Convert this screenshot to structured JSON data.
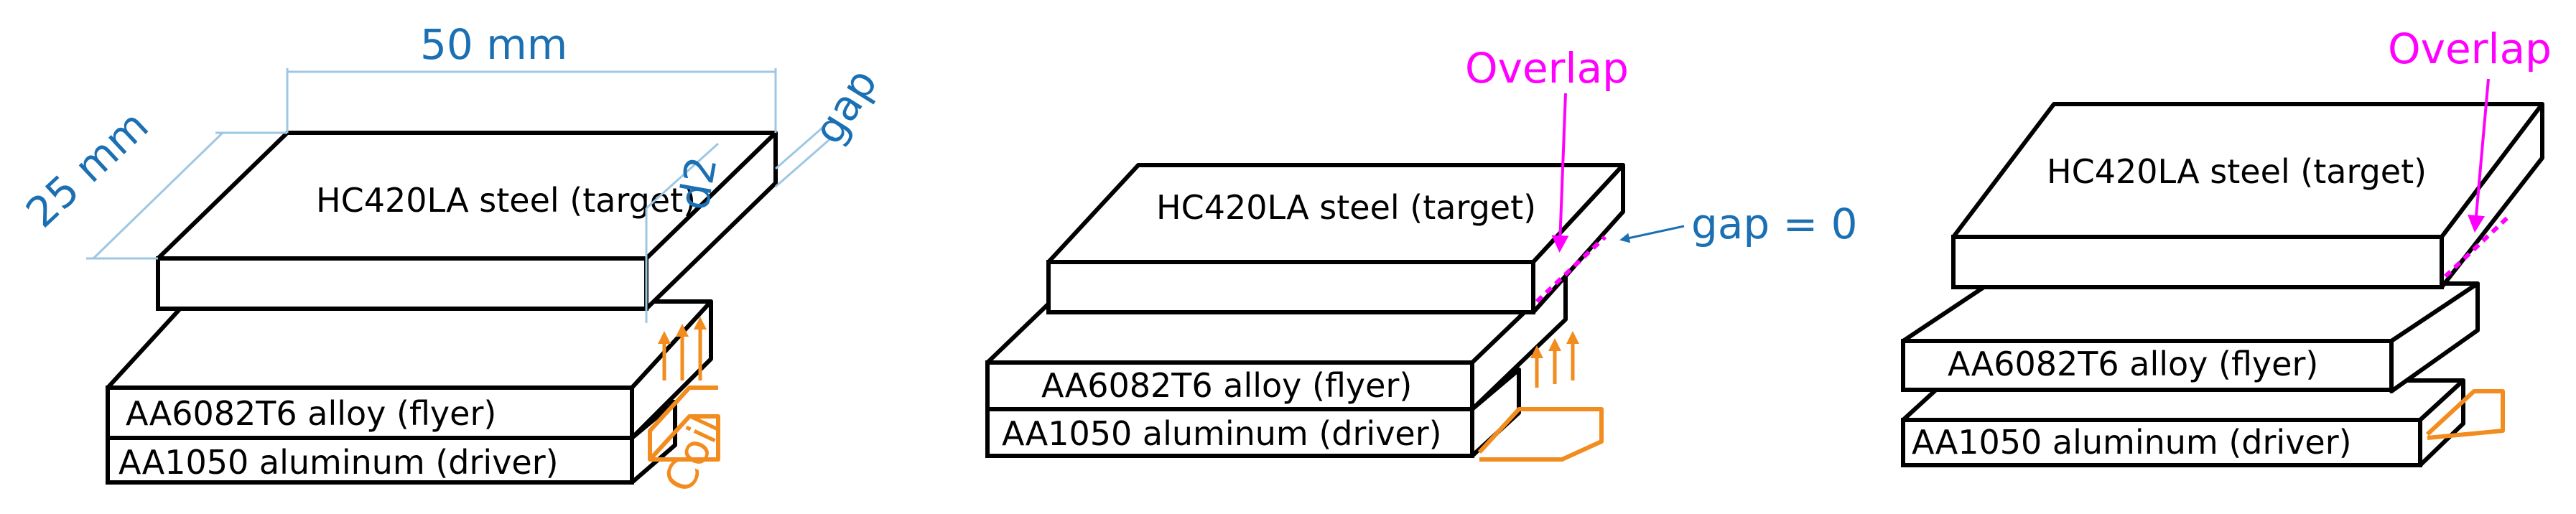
{
  "colors": {
    "dimension": "#1b6fb3",
    "overlap": "#ff00ff",
    "coil": "#f28c1e",
    "plate": "#000000"
  },
  "panels": [
    {
      "target_label": "HC420LA steel (target)",
      "flyer_label": "AA6082T6 alloy (flyer)",
      "driver_label": "AA1050 aluminum (driver)",
      "dim_width": "50 mm",
      "dim_depth": "25 mm",
      "dim_d2": "d2",
      "dim_gap": "gap",
      "coil_label": "Coil"
    },
    {
      "target_label": "HC420LA steel (target)",
      "flyer_label": "AA6082T6 alloy (flyer)",
      "driver_label": "AA1050 aluminum (driver)",
      "overlap_label": "Overlap",
      "gap_label": "gap = 0"
    },
    {
      "target_label": "HC420LA steel (target)",
      "flyer_label": "AA6082T6 alloy (flyer)",
      "driver_label": "AA1050 aluminum (driver)",
      "overlap_label": "Overlap"
    }
  ]
}
